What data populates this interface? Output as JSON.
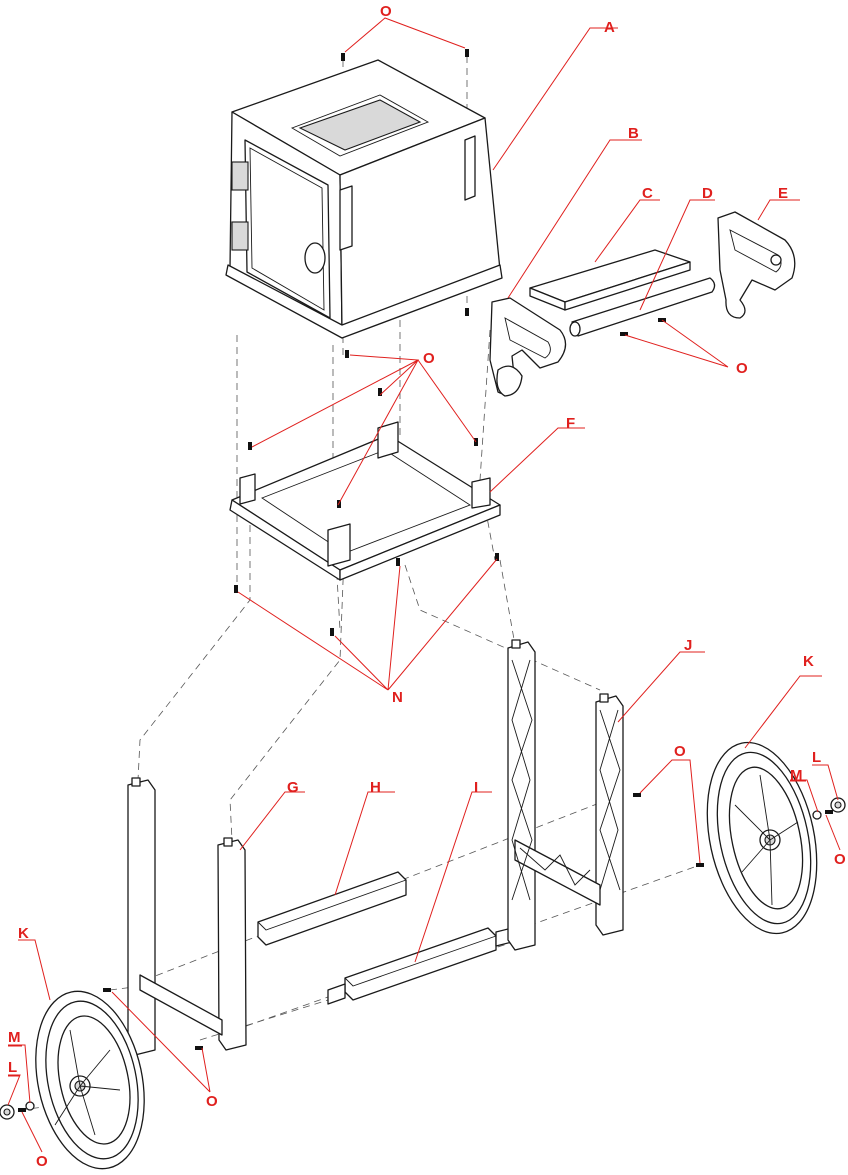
{
  "accent_color": "#e0201e",
  "line_color": "#1a1a1a",
  "callouts": {
    "A": "A",
    "B": "B",
    "C": "C",
    "D": "D",
    "E": "E",
    "F": "F",
    "G": "G",
    "H": "H",
    "I": "I",
    "J": "J",
    "K1": "K",
    "K2": "K",
    "L1": "L",
    "L2": "L",
    "M1": "M",
    "M2": "M",
    "N": "N",
    "O1": "O",
    "O2": "O",
    "O3": "O",
    "O4": "O",
    "O5": "O",
    "O6": "O"
  },
  "parts": [
    {
      "id": "A",
      "name": "cabinet-body"
    },
    {
      "id": "B",
      "name": "side-handle-bracket"
    },
    {
      "id": "C",
      "name": "shelf-plate"
    },
    {
      "id": "D",
      "name": "handle-rod"
    },
    {
      "id": "E",
      "name": "handle-end-bracket"
    },
    {
      "id": "F",
      "name": "base-tray"
    },
    {
      "id": "G",
      "name": "front-leg-frame"
    },
    {
      "id": "H",
      "name": "upper-crossbar"
    },
    {
      "id": "I",
      "name": "axle-crossbar"
    },
    {
      "id": "J",
      "name": "rear-truss-frame"
    },
    {
      "id": "K",
      "name": "wheel"
    },
    {
      "id": "L",
      "name": "hub-cap"
    },
    {
      "id": "M",
      "name": "washer"
    },
    {
      "id": "N",
      "name": "tray-screws"
    },
    {
      "id": "O",
      "name": "fastener-screw"
    }
  ]
}
